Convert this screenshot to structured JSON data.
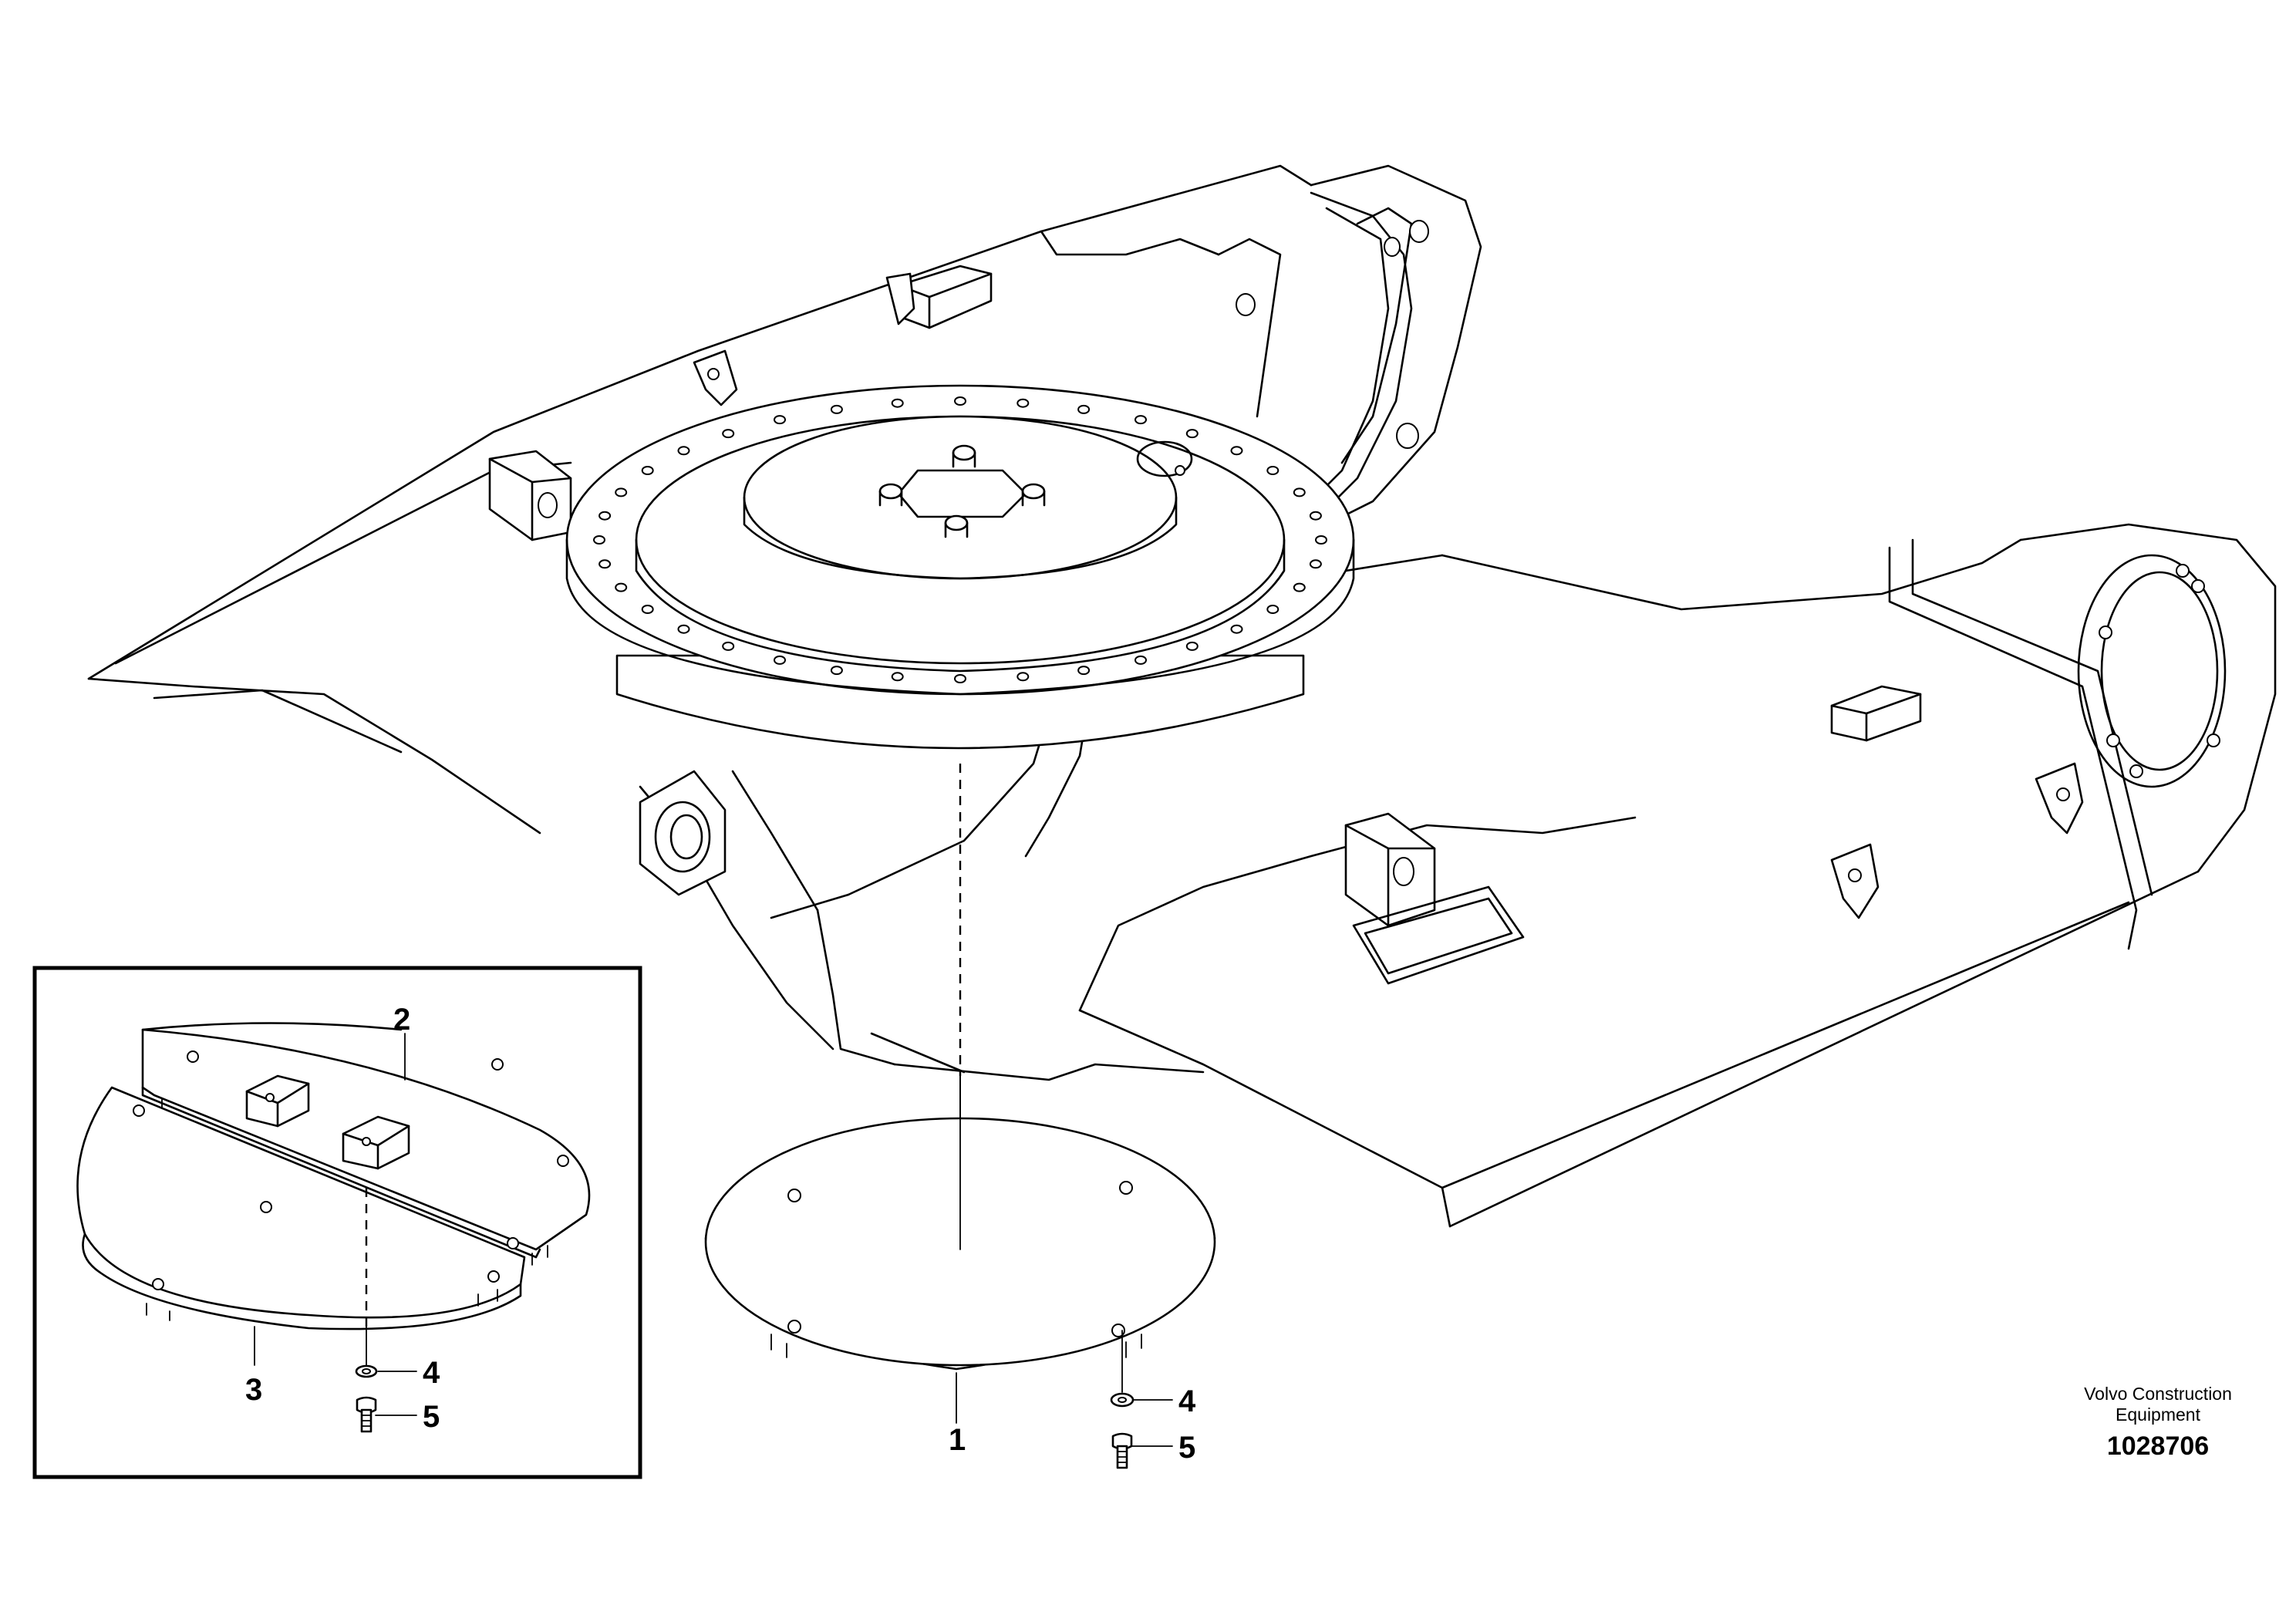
{
  "callouts": {
    "main_plate": "1",
    "inset_plate_upper": "2",
    "inset_plate_lower": "3",
    "inset_washer": "4",
    "inset_bolt": "5",
    "main_washer": "4",
    "main_bolt": "5"
  },
  "credit": {
    "line1": "Volvo Construction",
    "line2": "Equipment"
  },
  "figure_number": "1028706"
}
